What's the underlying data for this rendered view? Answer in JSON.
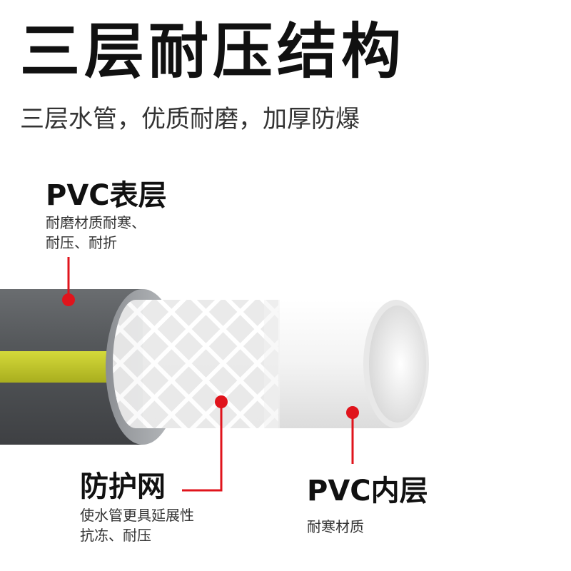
{
  "heading": {
    "title": "三层耐压结构",
    "subtitle": "三层水管，优质耐磨，加厚防爆"
  },
  "callouts": {
    "outer": {
      "title": "PVC表层",
      "line1": "耐磨材质耐寒、",
      "line2": "耐压、耐折"
    },
    "mesh": {
      "title": "防护网",
      "line1": "使水管更具延展性",
      "line2": "抗冻、耐压"
    },
    "inner": {
      "title": "PVC内层",
      "line1": "耐寒材质"
    }
  },
  "colors": {
    "outer_layer": "#55585b",
    "stripe": "#c9d02a",
    "mesh_layer": "#f2f2f2",
    "inner_layer": "#f7f7f7",
    "marker": "#e0141c"
  }
}
